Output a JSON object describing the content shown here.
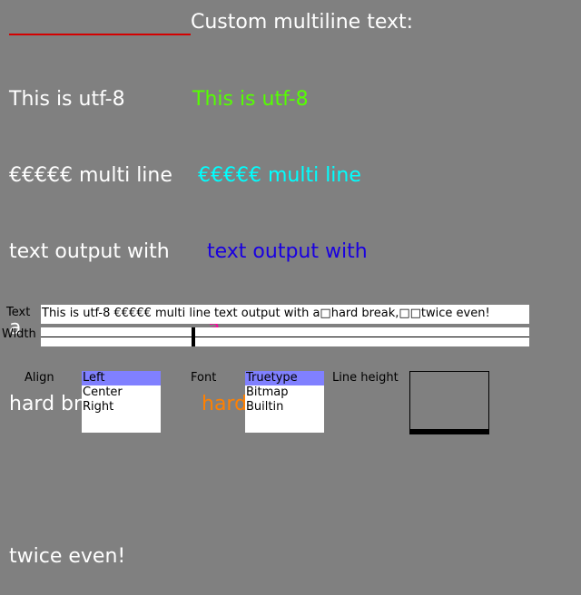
{
  "left_text": {
    "lines": [
      "This is utf-8",
      "€€€€€ multi line",
      "text output with",
      "a",
      "hard break,",
      "",
      "twice even!"
    ],
    "color": "#ffffff"
  },
  "right_text": {
    "heading": "Custom multiline text:",
    "lines": [
      {
        "text": "This is utf-8",
        "color": "#55ff00"
      },
      {
        "text": "€€€€€ multi line",
        "color": "#00ffff"
      },
      {
        "text": "text output with",
        "color": "#1a00e0"
      },
      {
        "text": "a",
        "color": "#ff00a0"
      },
      {
        "text": "hard break,",
        "color": "#ff8000"
      }
    ]
  },
  "controls": {
    "text_label": "Text",
    "text_value": "This is utf-8 €€€€€ multi line text output with a□hard break,□□twice even!",
    "width_label": "Width",
    "align_label": "Align",
    "align_options": [
      {
        "label": "Left",
        "selected": true
      },
      {
        "label": "Center",
        "selected": false
      },
      {
        "label": "Right",
        "selected": false
      }
    ],
    "font_label": "Font",
    "font_options": [
      {
        "label": "Truetype",
        "selected": true
      },
      {
        "label": "Bitmap",
        "selected": false
      },
      {
        "label": "Builtin",
        "selected": false
      }
    ],
    "line_height_label": "Line height",
    "selection_color": "#8080ff"
  }
}
